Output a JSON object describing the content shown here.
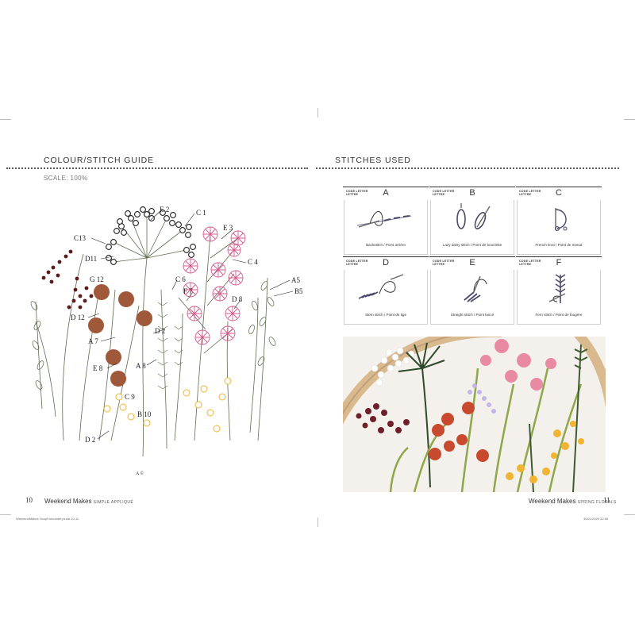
{
  "left_page": {
    "section_title": "COLOUR/STITCH GUIDE",
    "scale": "SCALE: 100%",
    "page_number": "10",
    "footer_title": "Weekend Makes",
    "footer_sub": "SIMPLE APPLIQUÉ",
    "slug": "WeekendMakes HoopEmbroidery.indd   10-11",
    "pattern_labels": [
      "C13",
      "D11",
      "G 12",
      "D 12",
      "A 7",
      "E 8",
      "A 8",
      "C 9",
      "B 10",
      "D 2",
      "E 2",
      "C 1",
      "E 3",
      "C 4",
      "C 6",
      "F 7",
      "D 8",
      "D 2",
      "A5",
      "B5",
      "A ©"
    ]
  },
  "right_page": {
    "section_title": "STITCHES USED",
    "page_number": "11",
    "footer_title": "Weekend Makes",
    "footer_sub": "SPRING FLORALS",
    "slug": "30/01/2020   22:05",
    "code_caption_1": "CODE LETTER",
    "code_caption_2": "LETTRE",
    "stitches": [
      {
        "letter": "A",
        "caption": "Backstitch / Point arrière"
      },
      {
        "letter": "B",
        "caption": "Lazy daisy stitch / Point de bouclette"
      },
      {
        "letter": "C",
        "caption": "French knot / Point de noeud"
      },
      {
        "letter": "D",
        "caption": "Stem stitch / Point de tige"
      },
      {
        "letter": "E",
        "caption": "Straight stitch / Point lancé"
      },
      {
        "letter": "F",
        "caption": "Fern stitch / Point de fougère"
      }
    ]
  },
  "colors": {
    "bead_black": "#1e1e1e",
    "dark_red": "#5c1a1a",
    "brown_circle": "#a0583a",
    "pink": "#d45a8e",
    "green_line": "#5e6b4e",
    "yellow": "#f0b432"
  }
}
